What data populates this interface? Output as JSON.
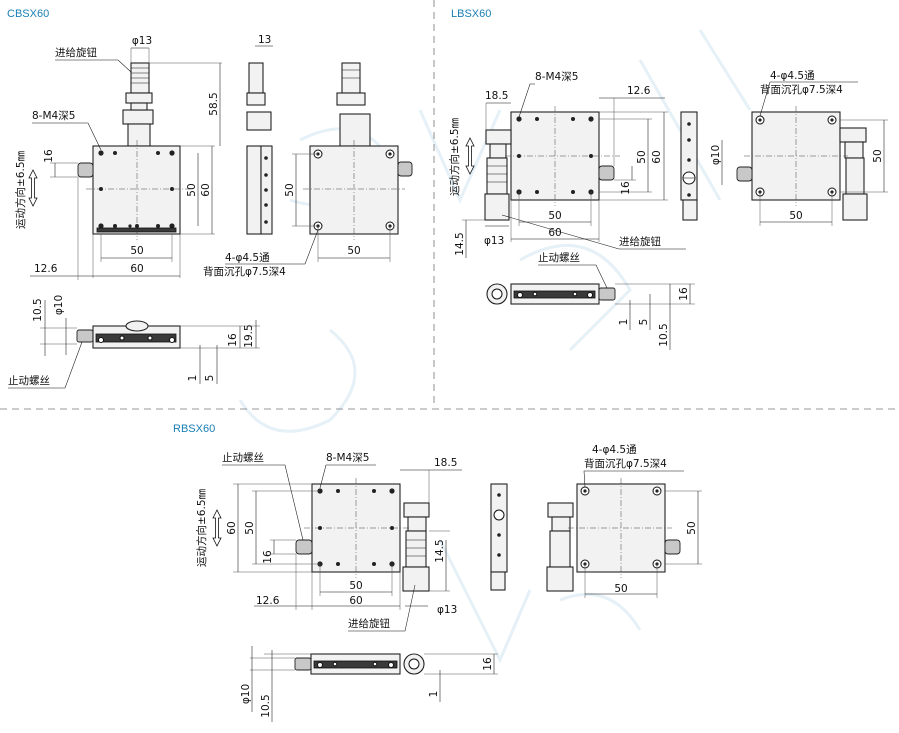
{
  "sections": {
    "cbsx": {
      "title": "CBSX60"
    },
    "lbsx": {
      "title": "LBSX60"
    },
    "rbsx": {
      "title": "RBSX60"
    }
  },
  "labels": {
    "feed_knob": "进给旋钮",
    "stop_screw": "止动螺丝",
    "tap_holes": "8-M4深5",
    "through_holes": "4-φ4.5通",
    "counterbore": "背面沉孔φ7.5深4",
    "travel": "运动方向±6.5㎜"
  },
  "cbsx_dims": {
    "d13": "φ13",
    "d13b": "13",
    "d58": "58.5",
    "d16": "16",
    "d50v": "50",
    "d60v": "60",
    "d50h": "50",
    "d60h": "60",
    "d12": "12.6",
    "d50side": "50",
    "d50side_h": "50",
    "d10_5": "10.5",
    "d10": "φ10",
    "d16s": "16",
    "d19": "19.5",
    "d1": "1",
    "d5": "5"
  },
  "lbsx_dims": {
    "d18": "18.5",
    "d12": "12.6",
    "d16": "16",
    "d50v": "50",
    "d60v": "60",
    "d50h": "50",
    "d60h": "60",
    "d13": "φ13",
    "d14": "14.5",
    "d10": "φ10",
    "d50r": "50",
    "d50rh": "50",
    "d16s": "16",
    "d1": "1",
    "d5": "5",
    "d10_5": "10.5"
  },
  "rbsx_dims": {
    "d18": "18.5",
    "d60v": "60",
    "d50v": "50",
    "d16": "16",
    "d14": "14.5",
    "d50h": "50",
    "d60h": "60",
    "d12": "12.6",
    "d13": "φ13",
    "d50r": "50",
    "d50rh": "50",
    "d16s": "16",
    "d1": "1",
    "d10": "φ10",
    "d10_5": "10.5"
  },
  "colors": {
    "section_title": "#1a7fb5",
    "watermark": "#cfe4f1"
  }
}
